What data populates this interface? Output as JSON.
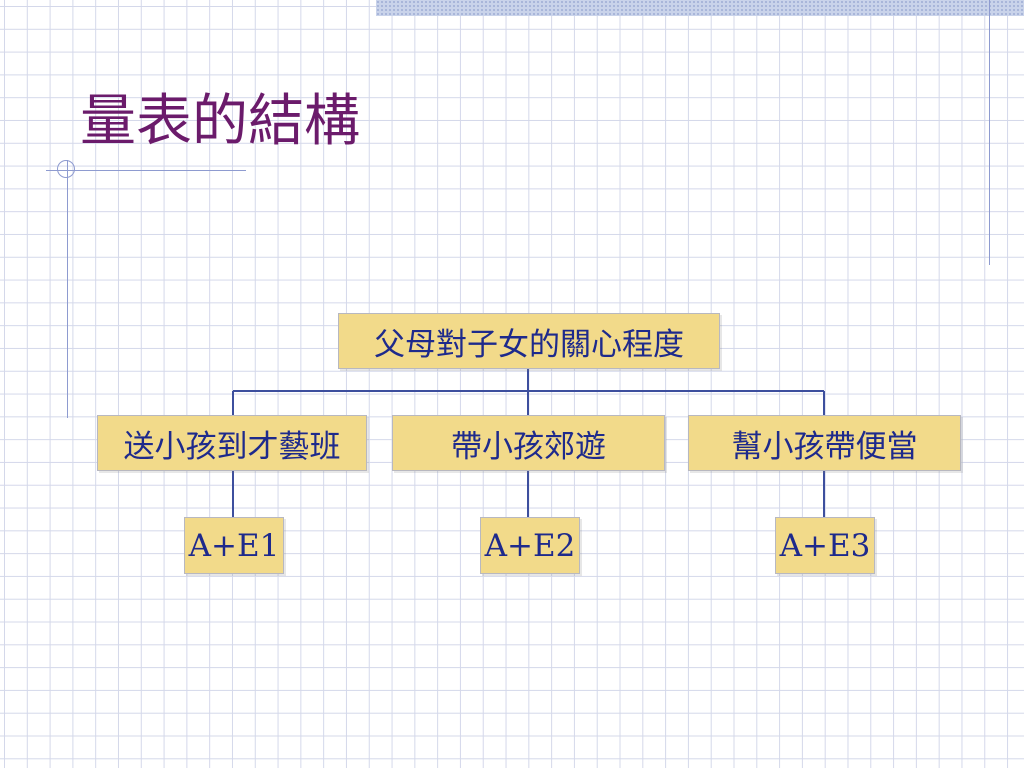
{
  "slide": {
    "title": "量表的結構"
  },
  "diagram": {
    "root": "父母對子女的關心程度",
    "children": [
      {
        "label": "送小孩到才藝班",
        "leaf": "A+E1"
      },
      {
        "label": "帶小孩郊遊",
        "leaf": "A+E2"
      },
      {
        "label": "幫小孩帶便當",
        "leaf": "A+E3"
      }
    ]
  },
  "colors": {
    "title": "#6b1b6b",
    "box_fill": "#f2da8a",
    "box_text": "#1e2a8c",
    "connector": "#3d4f9e"
  }
}
